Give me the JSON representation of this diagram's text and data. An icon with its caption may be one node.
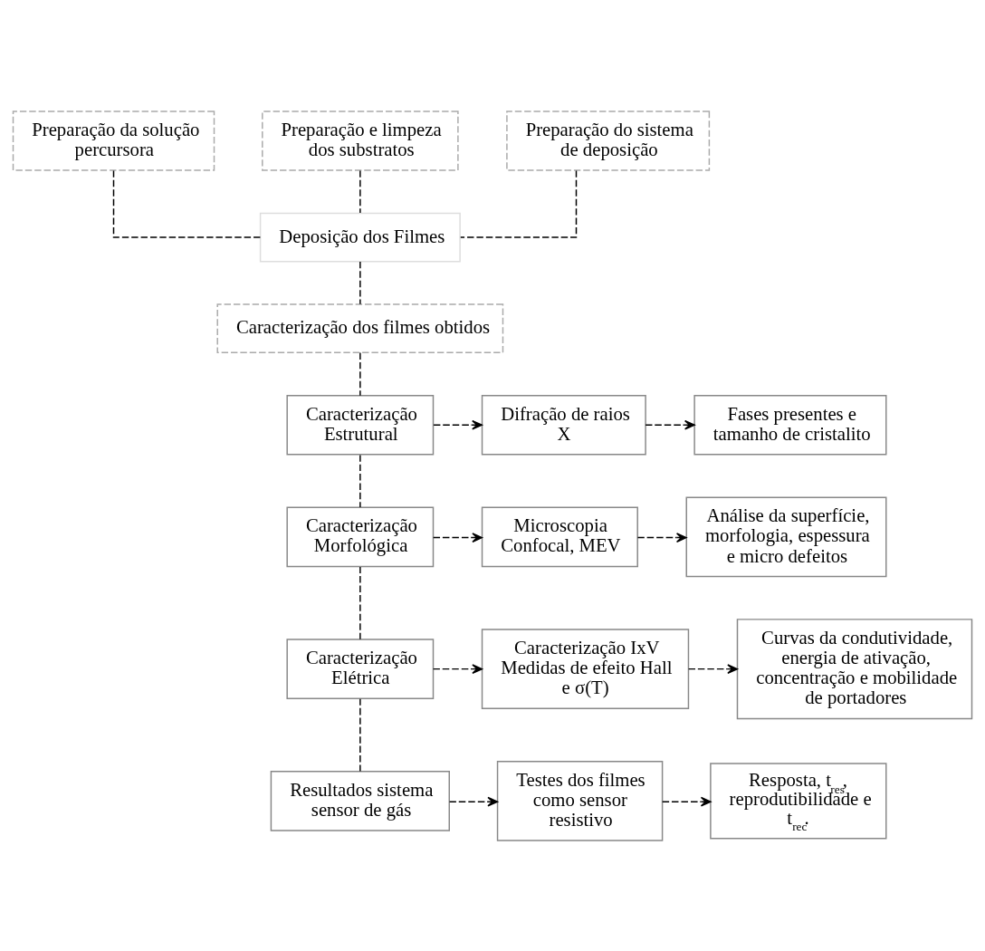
{
  "diagram": {
    "nodes": [
      {
        "text": [
          "Preparação da solução percursora"
        ]
      },
      {
        "text": [
          "Preparação e limpeza dos substratos"
        ]
      },
      {
        "text": [
          "Preparação do sistema de deposição"
        ]
      },
      {
        "text": [
          "Deposição dos Filmes"
        ]
      },
      {
        "text": [
          "Caracterização dos filmes obtidos"
        ]
      },
      {
        "text": [
          "Caracterização Estrutural"
        ]
      },
      {
        "text": [
          "Difração de raios X"
        ]
      },
      {
        "text": [
          "Fases presentes e tamanho de cristalito"
        ]
      },
      {
        "text": [
          "Caracterização Morfológica"
        ]
      },
      {
        "text": [
          "Microscopia Confocal, MEV"
        ]
      },
      {
        "text": [
          "Análise da superfície, morfologia, espessura e micro defeitos"
        ]
      },
      {
        "text": [
          "Caracterização Elétrica"
        ]
      },
      {
        "text": [
          "Caracterização IxV Medidas de efeito Hall e σ(T)"
        ]
      },
      {
        "text": [
          "Curvas da condutividade, energia de ativação, concentração e mobilidade de portadores"
        ]
      },
      {
        "text": [
          "Resultados sistema sensor de gás"
        ]
      },
      {
        "text": [
          "Testes dos filmes como sensor resistivo"
        ]
      },
      {
        "text": [
          "Resposta, t$_{res}$, reprodutibilidade e t$_{rec}$."
        ]
      }
    ],
    "edges": [
      {
        "from": 0,
        "to": 3,
        "arrow": "none",
        "style": "dashed"
      },
      {
        "from": 1,
        "to": 3,
        "arrow": "none",
        "style": "dashed"
      },
      {
        "from": 2,
        "to": 3,
        "arrow": "none",
        "style": "dashed"
      },
      {
        "from": 3,
        "to": 4,
        "arrow": "none",
        "style": "dashed"
      },
      {
        "from": 4,
        "to": 5,
        "arrow": "none",
        "style": "dashed"
      },
      {
        "from": 5,
        "to": 6,
        "arrow": "to",
        "style": "dashed"
      },
      {
        "from": 6,
        "to": 7,
        "arrow": "to",
        "style": "dashed"
      },
      {
        "from": 5,
        "to": 8,
        "arrow": "none",
        "style": "dashed"
      },
      {
        "from": 8,
        "to": 9,
        "arrow": "to",
        "style": "dashed"
      },
      {
        "from": 9,
        "to": 10,
        "arrow": "to",
        "style": "dashed"
      },
      {
        "from": 8,
        "to": 11,
        "arrow": "none",
        "style": "dashed"
      },
      {
        "from": 11,
        "to": 12,
        "arrow": "to",
        "style": "dashed"
      },
      {
        "from": 12,
        "to": 13,
        "arrow": "to",
        "style": "dashed"
      },
      {
        "from": 11,
        "to": 14,
        "arrow": "none",
        "style": "dashed"
      },
      {
        "from": 14,
        "to": 15,
        "arrow": "to",
        "style": "dashed"
      },
      {
        "from": 15,
        "to": 16,
        "arrow": "to",
        "style": "dashed"
      }
    ]
  }
}
